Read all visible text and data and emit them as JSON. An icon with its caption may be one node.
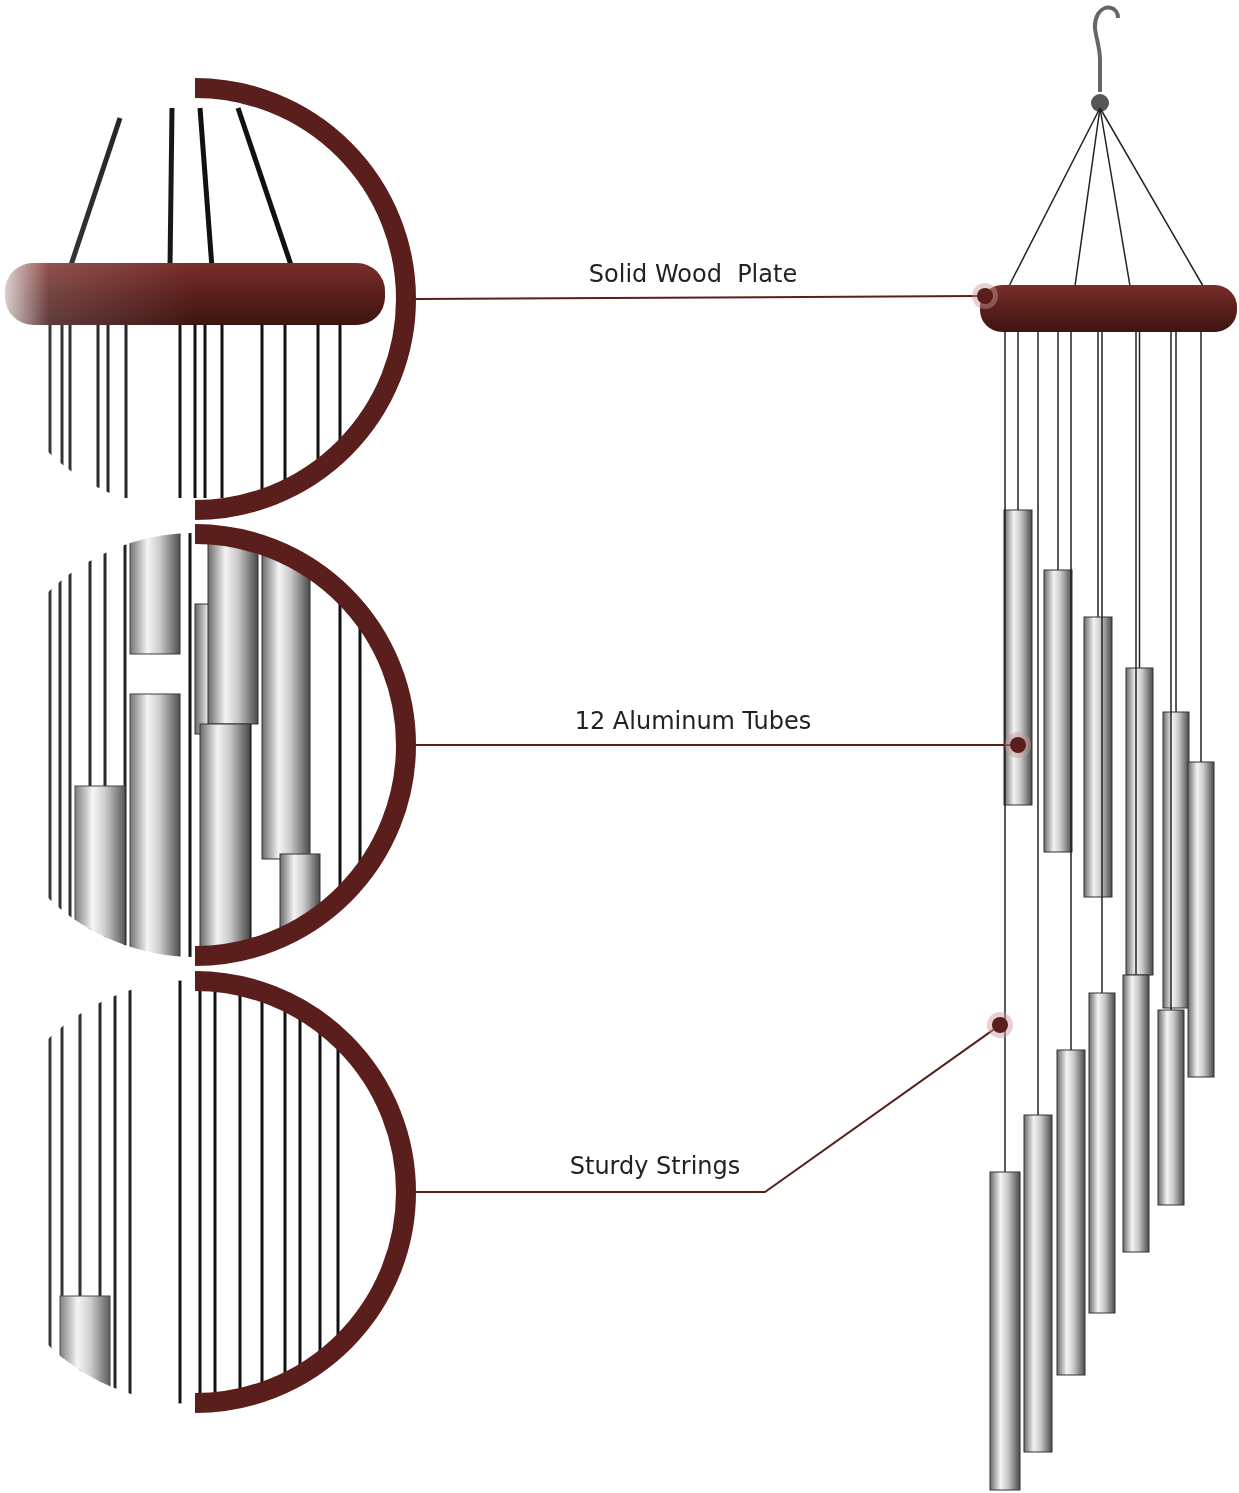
{
  "diagram": {
    "nodes": [
      {
        "text": [],
        "shape": "picture"
      },
      {
        "text": [],
        "shape": "picture"
      },
      {
        "text": [],
        "shape": "picture"
      },
      {
        "text": [],
        "shape": "circle"
      },
      {
        "text": [],
        "shape": "circle"
      },
      {
        "text": [],
        "shape": "circle"
      }
    ],
    "edges": [
      {
        "from": 0,
        "to": 3,
        "arrow": "none",
        "label": "Solid Wood  Plate"
      },
      {
        "from": 1,
        "to": 4,
        "arrow": "none",
        "label": "12 Aluminum Tubes"
      },
      {
        "from": 2,
        "to": 5,
        "arrow": "none",
        "label": "Sturdy Strings"
      }
    ]
  }
}
